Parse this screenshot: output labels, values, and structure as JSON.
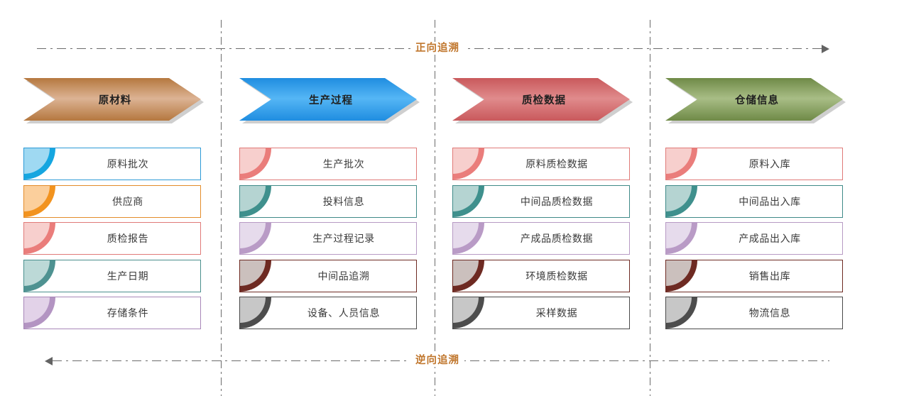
{
  "diagram": {
    "forward_flow_label": "正向追溯",
    "reverse_flow_label": "逆向追溯",
    "flow_label_color": "#c0762c",
    "rule_color": "#6b6b6b",
    "arrow_color": "#636363",
    "forward_arrow_icon": "arrow-right-icon",
    "reverse_arrow_icon": "arrow-left-icon"
  },
  "columns": [
    {
      "id": "raw-material",
      "banner": {
        "label": "原材料",
        "color_top": "#b5783f",
        "color_mid": "#dcb394",
        "color_bottom": "#b5783f"
      },
      "items": [
        {
          "label": "原料批次",
          "border": "#2c9ad6",
          "ring": "#15a6e0",
          "fill": "#9fd9f2"
        },
        {
          "label": "供应商",
          "border": "#e38c2a",
          "ring": "#f2931f",
          "fill": "#fbcf9c"
        },
        {
          "label": "质检报告",
          "border": "#e07a78",
          "ring": "#ea7d7b",
          "fill": "#f7cfcd"
        },
        {
          "label": "生产日期",
          "border": "#4a8f8d",
          "ring": "#4e9291",
          "fill": "#bcd9d7"
        },
        {
          "label": "存储条件",
          "border": "#a887b8",
          "ring": "#b394c2",
          "fill": "#e2d2e8"
        }
      ]
    },
    {
      "id": "production-process",
      "banner": {
        "label": "生产过程",
        "color_top": "#1f8de0",
        "color_mid": "#55b6f5",
        "color_bottom": "#1f8de0"
      },
      "items": [
        {
          "label": "生产批次",
          "border": "#e07a78",
          "ring": "#ea7d7b",
          "fill": "#f7cfcd"
        },
        {
          "label": "投料信息",
          "border": "#3f8a88",
          "ring": "#3f908d",
          "fill": "#b5d4d2"
        },
        {
          "label": "生产过程记录",
          "border": "#b79ac4",
          "ring": "#b99bc6",
          "fill": "#e6dbec"
        },
        {
          "label": "中间品追溯",
          "border": "#6e2a22",
          "ring": "#6e2a22",
          "fill": "#cbc0bd"
        },
        {
          "label": "设备、人员信息",
          "border": "#4a4a4a",
          "ring": "#4d4d4d",
          "fill": "#c7c7c7"
        }
      ]
    },
    {
      "id": "quality-inspection-data",
      "banner": {
        "label": "质检数据",
        "color_top": "#c9595c",
        "color_mid": "#e08b8c",
        "color_bottom": "#c9595c"
      },
      "items": [
        {
          "label": "原料质检数据",
          "border": "#e07a78",
          "ring": "#ea7d7b",
          "fill": "#f7cfcd"
        },
        {
          "label": "中间品质检数据",
          "border": "#3f8a88",
          "ring": "#3f908d",
          "fill": "#b5d4d2"
        },
        {
          "label": "产成品质检数据",
          "border": "#b79ac4",
          "ring": "#b99bc6",
          "fill": "#e6dbec"
        },
        {
          "label": "环境质检数据",
          "border": "#6e2a22",
          "ring": "#6e2a22",
          "fill": "#cbc0bd"
        },
        {
          "label": "采样数据",
          "border": "#4a4a4a",
          "ring": "#4d4d4d",
          "fill": "#c7c7c7"
        }
      ]
    },
    {
      "id": "warehouse-information",
      "banner": {
        "label": "仓储信息",
        "color_top": "#6f8a47",
        "color_mid": "#a8bd86",
        "color_bottom": "#6f8a47"
      },
      "items": [
        {
          "label": "原料入库",
          "border": "#e07a78",
          "ring": "#ea7d7b",
          "fill": "#f7cfcd"
        },
        {
          "label": "中间品出入库",
          "border": "#3f8a88",
          "ring": "#3f908d",
          "fill": "#b5d4d2"
        },
        {
          "label": "产成品出入库",
          "border": "#b79ac4",
          "ring": "#b99bc6",
          "fill": "#e6dbec"
        },
        {
          "label": "销售出库",
          "border": "#6e2a22",
          "ring": "#6e2a22",
          "fill": "#cbc0bd"
        },
        {
          "label": "物流信息",
          "border": "#4a4a4a",
          "ring": "#4d4d4d",
          "fill": "#c7c7c7"
        }
      ]
    }
  ]
}
